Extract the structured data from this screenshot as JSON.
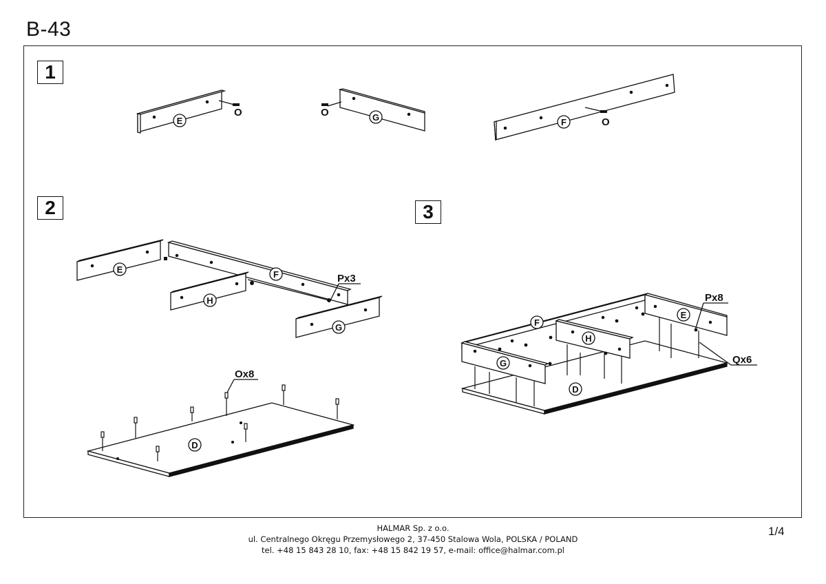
{
  "document": {
    "model": "B-43",
    "page_number": "1/4"
  },
  "steps": [
    {
      "number": "1",
      "parts": [
        "E",
        "G",
        "F"
      ],
      "hardware": [
        "O",
        "O",
        "O"
      ]
    },
    {
      "number": "2",
      "parts": [
        "E",
        "F",
        "H",
        "G",
        "D"
      ],
      "hardware": [
        "Px3",
        "Ox8"
      ]
    },
    {
      "number": "3",
      "parts": [
        "F",
        "H",
        "E",
        "G",
        "D"
      ],
      "hardware": [
        "Px8",
        "Qx6"
      ]
    }
  ],
  "footer": {
    "company": "HALMAR Sp. z o.o.",
    "address": "ul. Centralnego Okręgu Przemysłowego 2, 37-450 Stalowa Wola, POLSKA / POLAND",
    "contact": "tel. +48 15 843 28 10, fax: +48 15 842 19 57, e-mail: office@halmar.com.pl"
  }
}
